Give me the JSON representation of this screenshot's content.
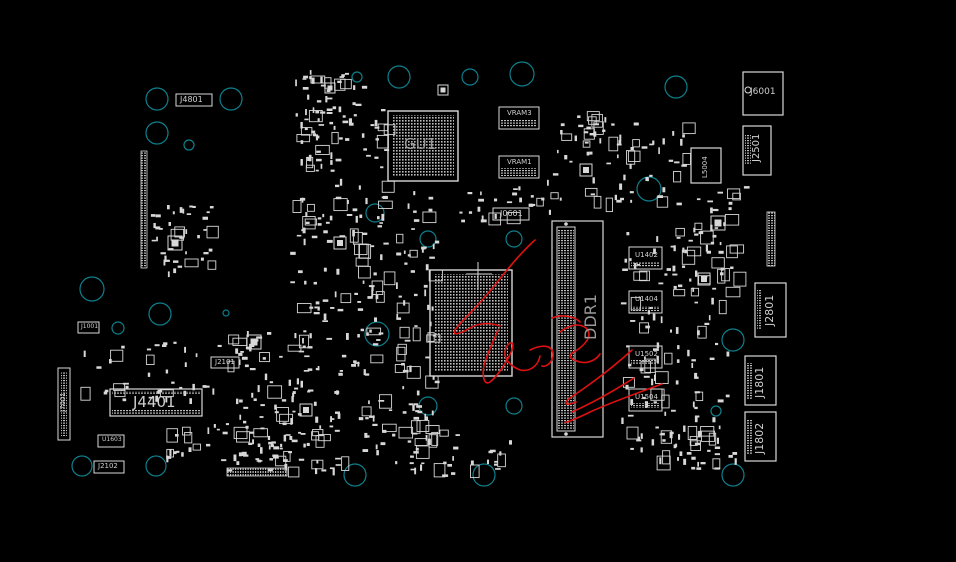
{
  "colors": {
    "background": "#000000",
    "silkscreen": "#d8d8d8",
    "mounting_hole": "#0e7f8c",
    "annotation_ink": "#e01010"
  },
  "components": {
    "gpu": "GU1",
    "j4801": "J4801",
    "j6001": "J6001",
    "j2501": "J2501",
    "l5004": "L5004",
    "vram3": "VRAM3",
    "vram1": "VRAM1",
    "j0601": "J0601",
    "j2801": "J2801",
    "j1801": "J1801",
    "j1802": "J1802",
    "j4401": "J4401",
    "j2101": "J2101",
    "j2102": "J2102",
    "j1001": "J1001",
    "u1603": "U1603",
    "u1402": "U1402",
    "u1404": "U1404",
    "u1502": "U1502",
    "u1504": "U1504",
    "dimm": "DDR1",
    "j7001": "J7001"
  }
}
